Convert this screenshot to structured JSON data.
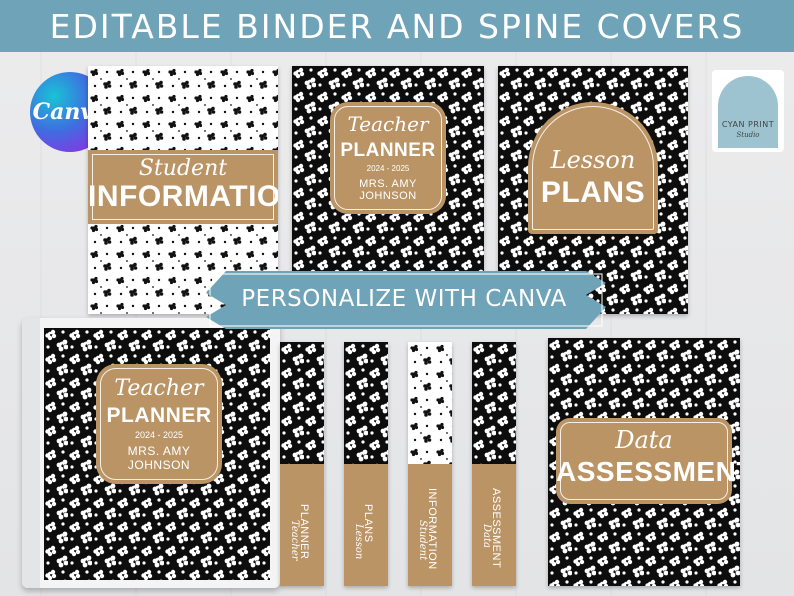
{
  "banner": {
    "title": "EDITABLE BINDER AND SPINE COVERS"
  },
  "logos": {
    "canva": "Canva",
    "studio_name": "CYAN PRINT",
    "studio_sub": "Studio"
  },
  "ribbon": {
    "text": "PERSONALIZE WITH CANVA"
  },
  "covers": {
    "student": {
      "script": "Student",
      "caps": "INFORMATION"
    },
    "teacher": {
      "script": "Teacher",
      "caps": "PLANNER",
      "year": "2024 - 2025",
      "name": "MRS. AMY JOHNSON"
    },
    "lesson": {
      "script": "Lesson",
      "caps": "PLANS"
    },
    "data": {
      "script": "Data",
      "caps": "ASSESSMENT"
    }
  },
  "binder": {
    "script": "Teacher",
    "caps": "PLANNER",
    "year": "2024 - 2025",
    "name": "MRS. AMY JOHNSON"
  },
  "spines": [
    {
      "script": "Teacher",
      "caps": "PLANNER"
    },
    {
      "script": "Lesson",
      "caps": "PLANS"
    },
    {
      "script": "Student",
      "caps": "INFORMATION"
    },
    {
      "script": "Data",
      "caps": "ASSESSMENT"
    }
  ],
  "colors": {
    "banner": "#6fa3b7",
    "label": "#bb9465",
    "dark": "#0d0d0d"
  }
}
